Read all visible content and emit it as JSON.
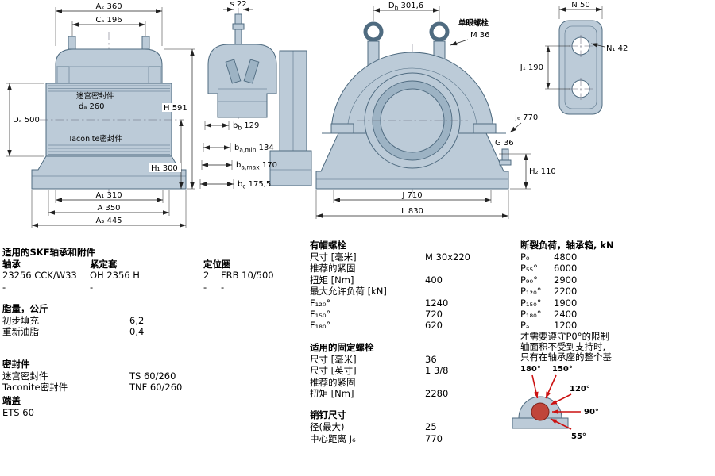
{
  "dims": {
    "a2": "A₂ 360",
    "ca": "Cₐ 196",
    "labyrinth_seal": "迷宫密封件",
    "da": "dₐ 260",
    "Da": "Dₐ 500",
    "taconite_seal": "Taconite密封件",
    "h": "H 591",
    "h1": "H₁ 300",
    "a1": "A₁ 310",
    "a": "A 350",
    "a3": "A₃ 445",
    "s": "s 22",
    "bb": {
      "b": "b",
      "s": "b",
      "v": " 129"
    },
    "bamin": {
      "b": "b",
      "s": "a,min",
      "v": " 134"
    },
    "bamax": {
      "b": "b",
      "s": "a,max",
      "v": " 170"
    },
    "bc": {
      "b": "b",
      "s": "c",
      "v": " 175,5"
    },
    "db": {
      "b": "D",
      "s": "b",
      "v": " 301,6"
    },
    "eyebolt": "单眼螺栓",
    "eyebolt_size": "M 36",
    "j": "J 710",
    "l": "L 830",
    "g": "G 36",
    "h2": "H₂ 110",
    "j6": "J₆ 770",
    "j1": "J₁ 190",
    "n": "N 50",
    "n1": "N₁ 42"
  },
  "left": {
    "title_assoc": "适用的SKF轴承和附件",
    "bearing_table": {
      "headers": [
        "轴承",
        "紧定套",
        "定位圈"
      ],
      "row1": [
        "23256 CCK/W33",
        "OH 2356 H",
        "2",
        "FRB 10/500"
      ],
      "row2": [
        "-",
        "-",
        "-",
        "-"
      ]
    },
    "grease": {
      "title": "脂量，公斤",
      "rows": [
        [
          "初步填充",
          "6,2"
        ],
        [
          "重新油脂",
          "0,4"
        ]
      ]
    },
    "seals": {
      "title": "密封件",
      "rows": [
        [
          "迷宫密封件",
          "TS 60/260"
        ],
        [
          "Taconite密封件",
          "TNF 60/260"
        ]
      ],
      "endcover_title": "端盖",
      "endcover_value": "ETS 60"
    }
  },
  "middle": {
    "cap_bolts": {
      "title": "有帽螺栓",
      "rows": [
        [
          "尺寸 [毫米]",
          "M 30x220"
        ],
        [
          "推荐的紧固",
          ""
        ],
        [
          "扭矩 [Nm]",
          "400"
        ],
        [
          "最大允许负荷 [kN]",
          ""
        ],
        [
          "F₁₂₀°",
          "1240"
        ],
        [
          "F₁₅₀°",
          "720"
        ],
        [
          "F₁₈₀°",
          "620"
        ]
      ]
    },
    "fixing_bolts": {
      "title": "适用的固定螺栓",
      "rows": [
        [
          "尺寸 [毫米]",
          "36"
        ],
        [
          "尺寸 [英寸]",
          "1 3/8"
        ],
        [
          "推荐的紧固",
          ""
        ],
        [
          "扭矩 [Nm]",
          "2280"
        ]
      ]
    },
    "pins": {
      "title": "销钉尺寸",
      "rows": [
        [
          "径(最大)",
          "25"
        ],
        [
          "中心距离 J₆",
          "770"
        ]
      ]
    }
  },
  "right": {
    "breaking": {
      "title": "断裂负荷，轴承箱, kN",
      "rows": [
        [
          "P₀",
          "4800"
        ],
        [
          "P₅₅°",
          "6000"
        ],
        [
          "P₉₀°",
          "2900"
        ],
        [
          "P₁₂₀°",
          "2200"
        ],
        [
          "P₁₅₀°",
          "1900"
        ],
        [
          "P₁₈₀°",
          "2400"
        ],
        [
          "Pₐ",
          "1200"
        ]
      ],
      "note": [
        "才需要遵守P0°的限制",
        "轴面积不受到支持时,",
        "只有在轴承座的整个基"
      ]
    },
    "angles": [
      "180°",
      "150°",
      "120°",
      "90°",
      "55°"
    ]
  }
}
